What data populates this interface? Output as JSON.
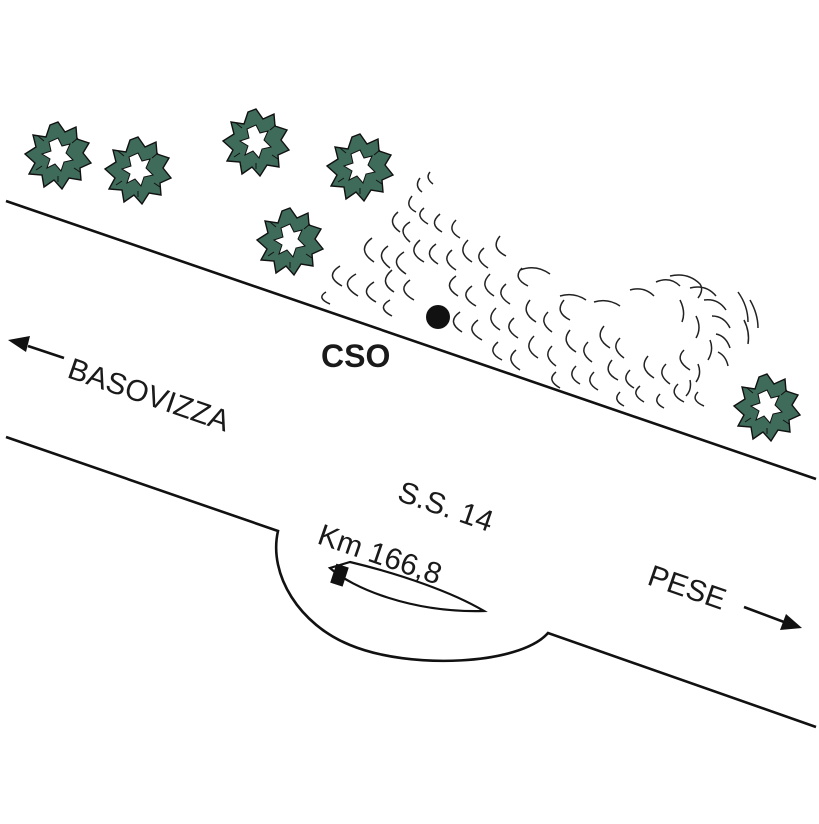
{
  "map": {
    "site_label": "CSO",
    "road_name": "S.S. 14",
    "kilometre_marker": "Km 166,8",
    "direction_west": "BASOVIZZA",
    "direction_east": "PESE"
  },
  "colors": {
    "tree_fill": "#3e6b5a",
    "tree_outline": "#111111",
    "line": "#111111",
    "background": "#ffffff"
  }
}
